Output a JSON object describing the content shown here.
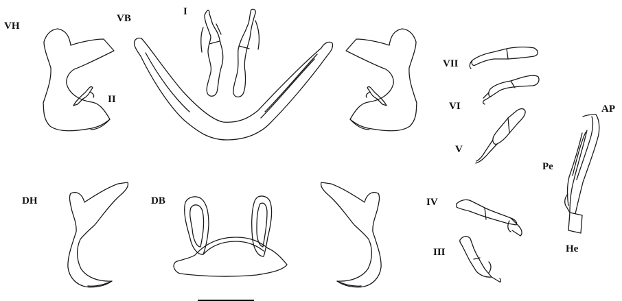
{
  "figure": {
    "labels": {
      "VH": "VH",
      "VB": "VB",
      "I": "I",
      "II": "II",
      "VII": "VII",
      "VI": "VI",
      "V": "V",
      "AP": "AP",
      "Pe": "Pe",
      "He": "He",
      "DH": "DH",
      "DB": "DB",
      "IV": "IV",
      "III": "III"
    }
  }
}
